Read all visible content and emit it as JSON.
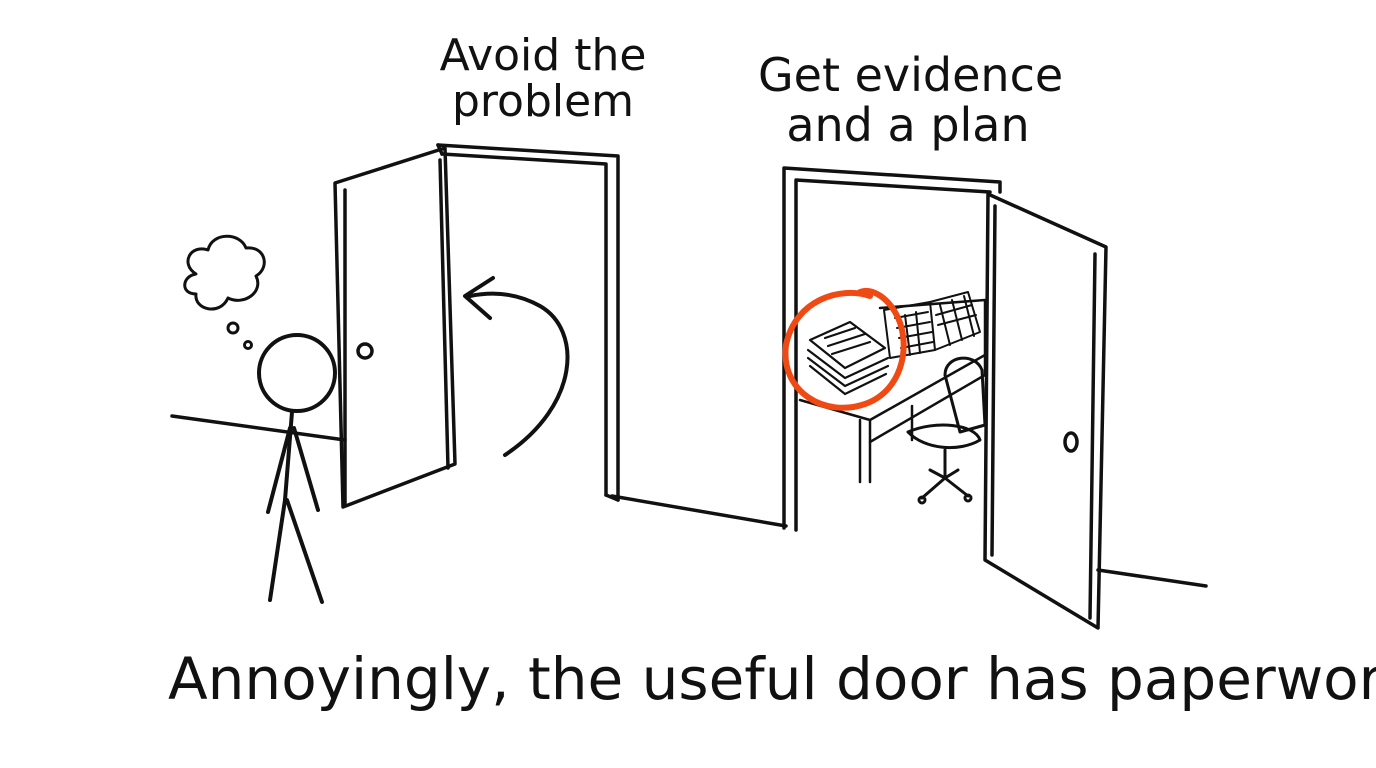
{
  "doors": {
    "left_label_line1": "Avoid the",
    "left_label_line2": "problem",
    "right_label_line1": "Get evidence",
    "right_label_line2": "and a plan"
  },
  "caption": "Annoyingly, the useful door has paperwork.",
  "colors": {
    "ink": "#111111",
    "highlight": "#f04a14",
    "background": "#ffffff"
  }
}
